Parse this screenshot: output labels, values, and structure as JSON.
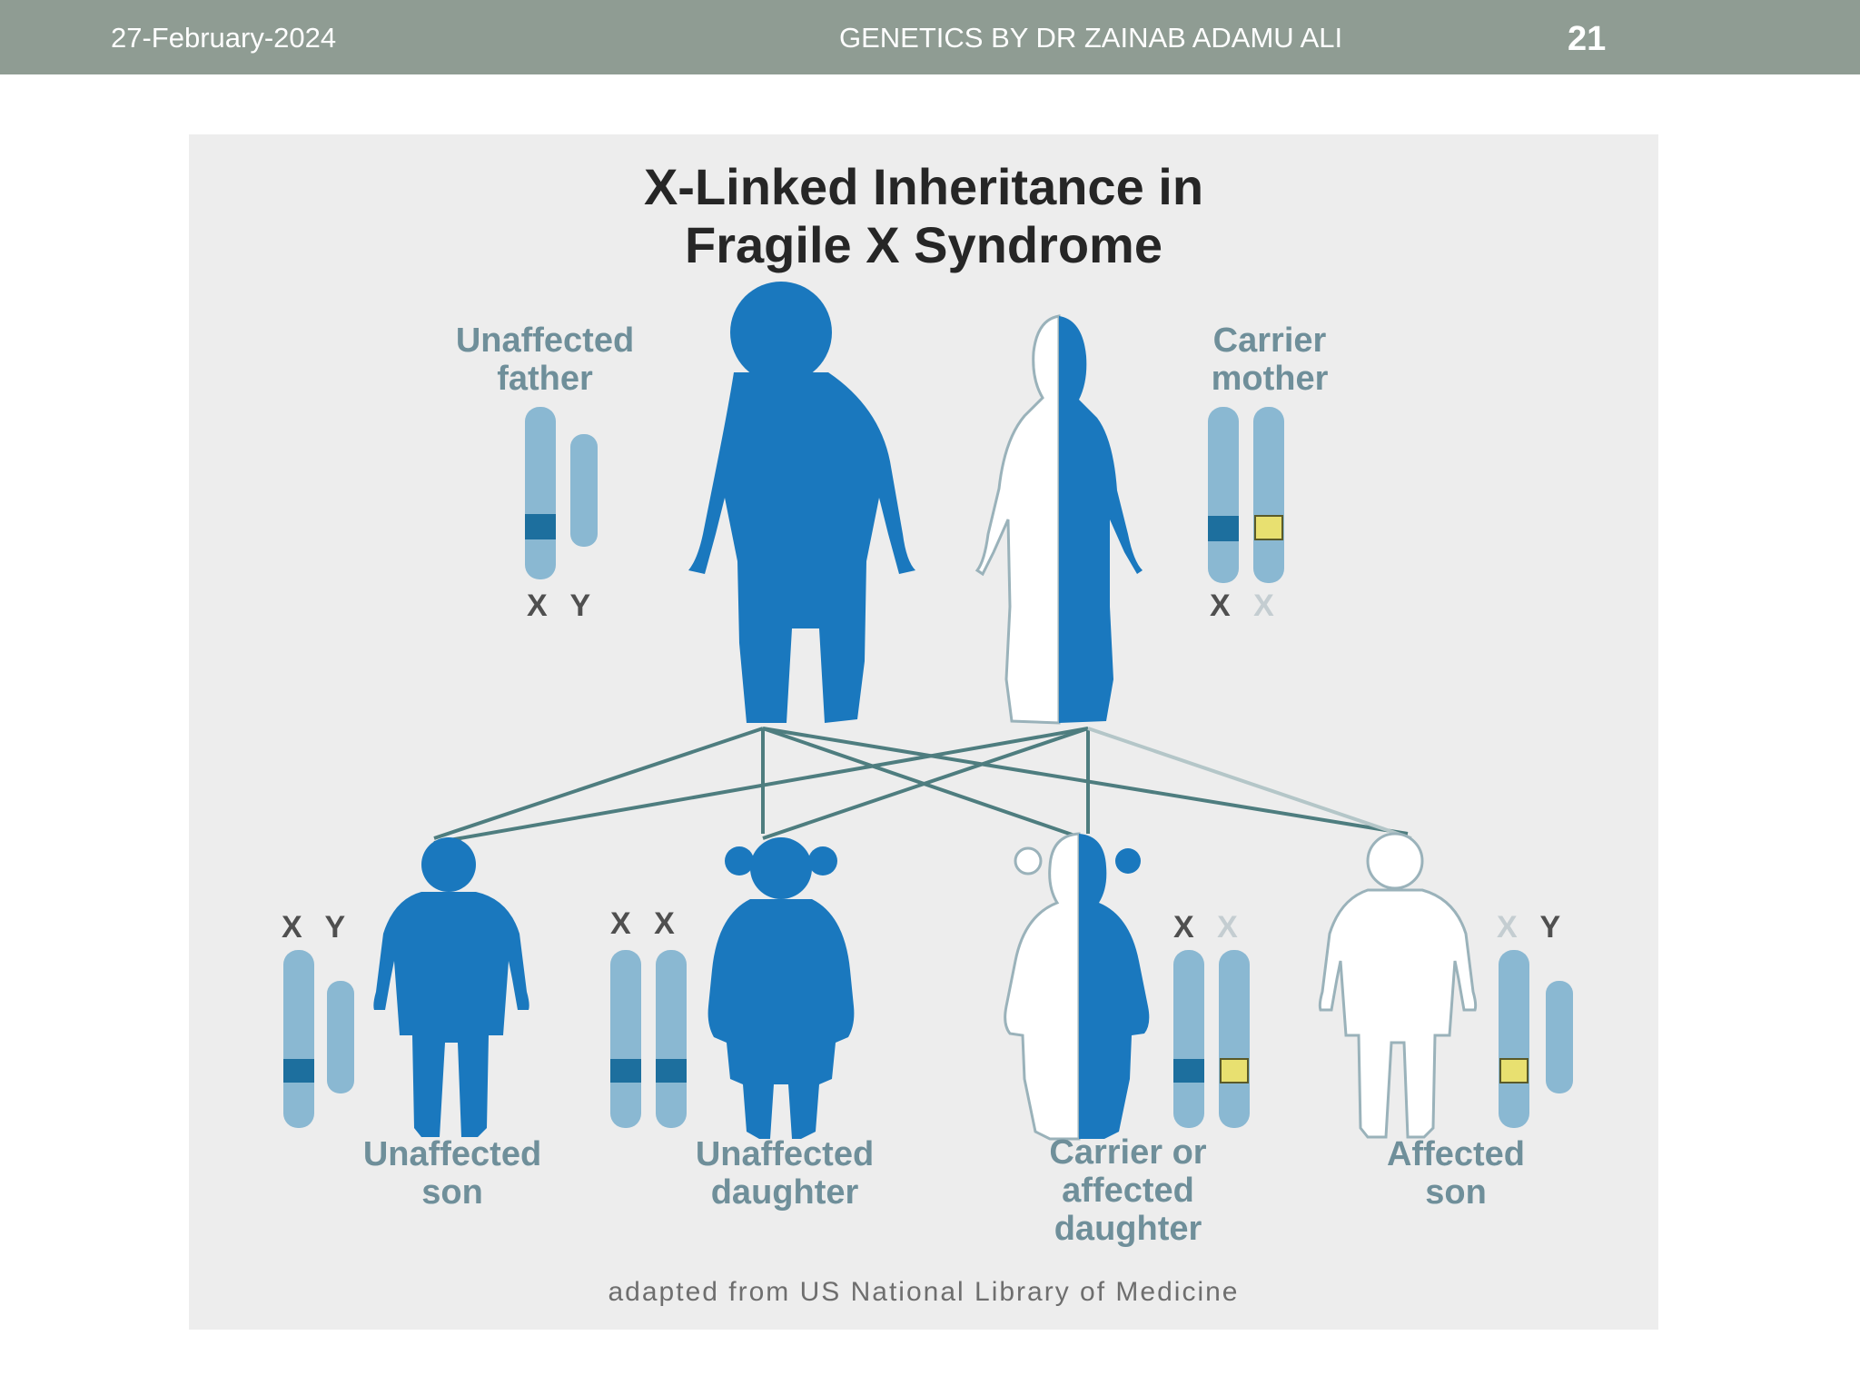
{
  "header": {
    "date": "27-February-2024",
    "course": "GENETICS BY DR ZAINAB ADAMU ALI",
    "slide_number": "21"
  },
  "figure": {
    "title_line1": "X-Linked Inheritance in",
    "title_line2": "Fragile X Syndrome",
    "credit": "adapted from US National Library of Medicine",
    "parents": {
      "father": {
        "label_line1": "Unaffected",
        "label_line2": "father",
        "chromosomes": "X Y"
      },
      "mother": {
        "label_line1": "Carrier",
        "label_line2": "mother",
        "chrom_x1": "X",
        "chrom_x2": "X"
      }
    },
    "children": {
      "unaffected_son": {
        "label_line1": "Unaffected",
        "label_line2": "son",
        "chromosomes": "X Y"
      },
      "unaffected_daughter": {
        "label_line1": "Unaffected",
        "label_line2": "daughter",
        "chromosomes": "X X"
      },
      "carrier_daughter": {
        "label_line1": "Carrier or",
        "label_line2": "affected",
        "label_line3": "daughter",
        "chrom_x1": "X",
        "chrom_x2": "X"
      },
      "affected_son": {
        "label_line1": "Affected",
        "label_line2": "son",
        "chrom_x": "X",
        "chrom_y": "Y"
      }
    },
    "colors": {
      "silhouette": "#1a78be",
      "chromosome": "#8ab8d2",
      "normal_gene": "#1d6f9e",
      "mutant_gene": "#e8e070",
      "label": "#6f8f9a",
      "background": "#ededed",
      "header_bar": "#8f9c93"
    }
  }
}
